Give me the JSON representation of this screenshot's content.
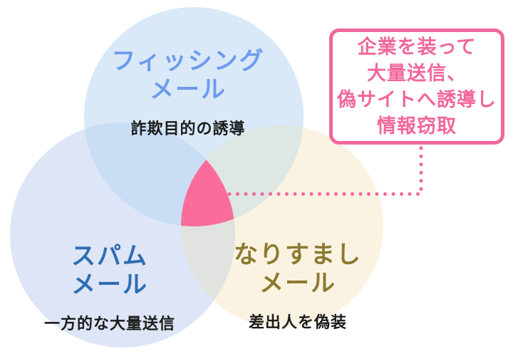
{
  "colors": {
    "background": "#ffffff",
    "circle-phishing": "#dae9f7",
    "circle-spam": "#dde5f6",
    "circle-spoofing": "#faf3e2",
    "overlap-phishing-spam": "#c9def4",
    "overlap-phishing-spoofing": "#dde7e3",
    "overlap-spam-spoofing": "#e0e3df",
    "overlap-center": "#fa6d9b",
    "accent-pink": "#f1679b",
    "title-phishing": "#6d9bee",
    "title-spam": "#2e6cb3",
    "title-spoofing": "#8b7a2f",
    "subtitle-text": "#1c1c1c"
  },
  "venn": {
    "phishing": {
      "title": "フィッシング\nメール",
      "subtitle": "詐欺目的の誘導"
    },
    "spam": {
      "title": "スパム\nメール",
      "subtitle": "一方的な大量送信"
    },
    "spoofing": {
      "title": "なりすまし\nメール",
      "subtitle": "差出人を偽装"
    }
  },
  "callout": {
    "text": "企業を装って\n大量送信、\n偽サイトへ誘導し\n情報窃取"
  }
}
